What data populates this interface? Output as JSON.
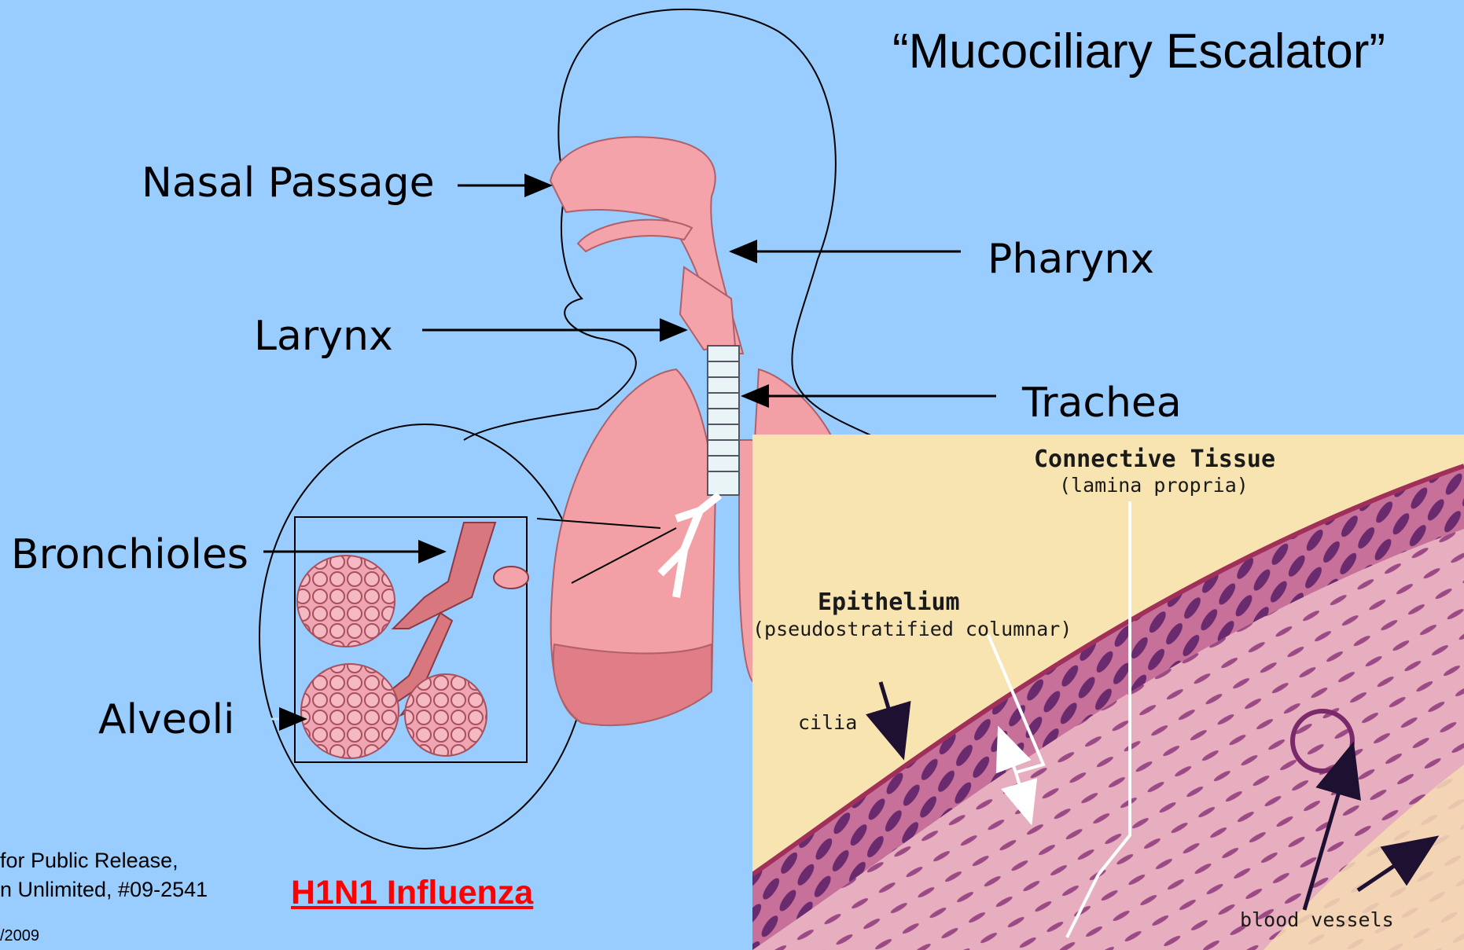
{
  "title": "“Mucociliary Escalator”",
  "labels": {
    "nasal_passage": "Nasal Passage",
    "pharynx": "Pharynx",
    "larynx": "Larynx",
    "trachea": "Trachea",
    "bronchioles": "Bronchioles",
    "alveoli": "Alveoli"
  },
  "histology": {
    "connective_tissue": "Connective Tissue",
    "lamina_propria": "(lamina propria)",
    "epithelium": "Epithelium",
    "pseudostratified": "(pseudostratified columnar)",
    "cilia": "cilia",
    "blood_vessels": "blood vessels"
  },
  "footer": {
    "release_line1": "for Public Release,",
    "release_line2": "n Unlimited, #09-2541",
    "date": "/2009",
    "link": "H1N1 Influenza"
  },
  "colors": {
    "background": "#99ccff",
    "lung": "#f2a0a6",
    "tissue": "#e6aebf",
    "link": "#ff0000"
  }
}
